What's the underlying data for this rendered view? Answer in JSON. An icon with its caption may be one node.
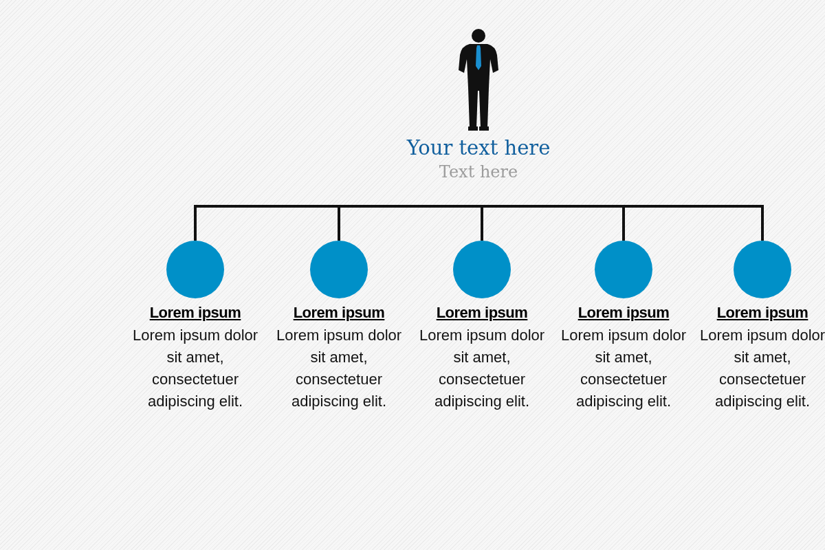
{
  "diagram": {
    "nodes": [
      {
        "text": [
          "Your text here",
          "Text here"
        ]
      },
      {
        "text": [
          "Lorem ipsum",
          "Lorem ipsum dolor sit amet, consectetuer adipiscing elit."
        ]
      },
      {
        "text": [
          "Lorem ipsum",
          "Lorem ipsum dolor sit amet, consectetuer adipiscing elit."
        ]
      },
      {
        "text": [
          "Lorem ipsum",
          "Lorem ipsum dolor sit amet, consectetuer adipiscing elit."
        ]
      },
      {
        "text": [
          "Lorem ipsum",
          "Lorem ipsum dolor sit amet, consectetuer adipiscing elit."
        ]
      },
      {
        "text": [
          "Lorem ipsum",
          "Lorem ipsum dolor sit amet, consectetuer adipiscing elit."
        ]
      }
    ],
    "edges": [
      {
        "from": 0,
        "to": 1,
        "arrow": "none"
      },
      {
        "from": 0,
        "to": 2,
        "arrow": "none"
      },
      {
        "from": 0,
        "to": 3,
        "arrow": "none"
      },
      {
        "from": 0,
        "to": 4,
        "arrow": "none"
      },
      {
        "from": 0,
        "to": 5,
        "arrow": "none"
      }
    ]
  }
}
